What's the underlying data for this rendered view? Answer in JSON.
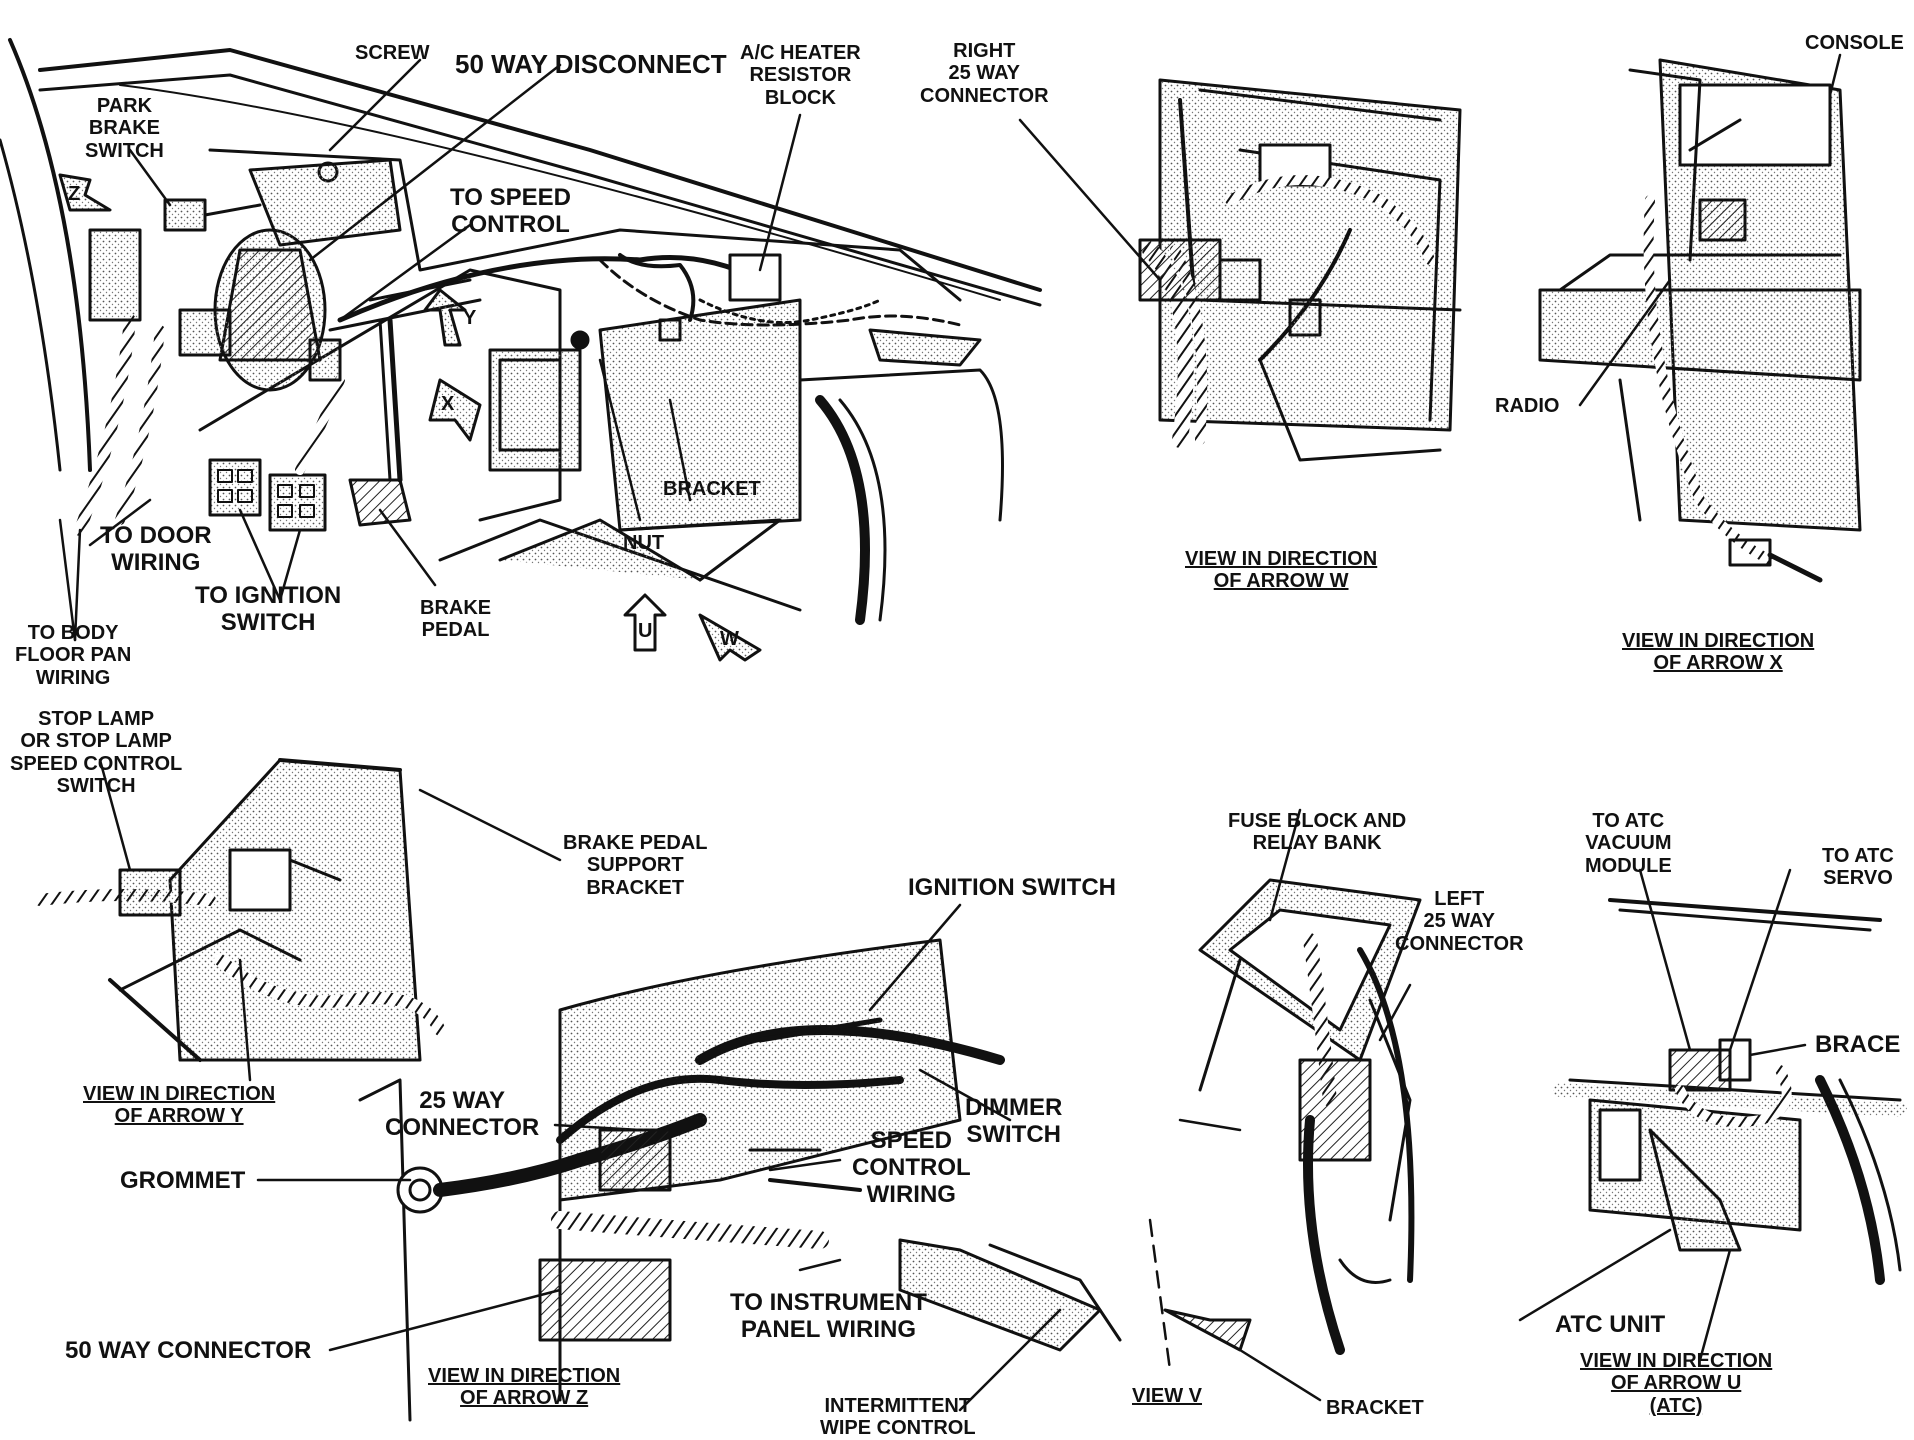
{
  "labels": {
    "screw": "SCREW",
    "disconnect_50": "50 WAY DISCONNECT",
    "ac_heater": "A/C HEATER\nRESISTOR\nBLOCK",
    "right_25": "RIGHT\n25 WAY\nCONNECTOR",
    "console": "CONSOLE",
    "park_brake": "PARK\nBRAKE\nSWITCH",
    "to_speed_control": "TO SPEED\nCONTROL",
    "radio": "RADIO",
    "bracket_top": "BRACKET",
    "nut": "NUT",
    "to_door": "TO DOOR\nWIRING",
    "to_ignition": "TO IGNITION\nSWITCH",
    "brake_pedal": "BRAKE\nPEDAL",
    "to_body": "TO BODY\nFLOOR PAN\nWIRING",
    "stop_lamp": "STOP LAMP\nOR STOP LAMP\nSPEED CONTROL\nSWITCH",
    "brake_pedal_support": "BRAKE PEDAL\nSUPPORT\nBRACKET",
    "fuse_block": "FUSE BLOCK AND\nRELAY BANK",
    "to_atc_vacuum": "TO ATC\nVACUUM\nMODULE",
    "to_atc_servo": "TO ATC\nSERVO",
    "ignition_switch": "IGNITION SWITCH",
    "left_25": "LEFT\n25 WAY\nCONNECTOR",
    "brace": "BRACE",
    "connector_25": "25 WAY\nCONNECTOR",
    "dimmer": "DIMMER\nSWITCH",
    "speed_control_wiring": "SPEED\nCONTROL\nWIRING",
    "grommet": "GROMMET",
    "to_instrument": "TO INSTRUMENT\nPANEL WIRING",
    "connector_50": "50 WAY CONNECTOR",
    "intermittent": "INTERMITTENT\nWIPE CONTROL",
    "bracket_bottom": "BRACKET",
    "atc_unit": "ATC UNIT"
  },
  "captions": {
    "arrow_w": "VIEW IN DIRECTION\nOF ARROW W",
    "arrow_x": "VIEW IN DIRECTION\nOF ARROW X",
    "arrow_y": "VIEW IN DIRECTION\nOF ARROW Y",
    "arrow_z": "VIEW IN DIRECTION\nOF ARROW Z",
    "view_v": "VIEW V",
    "arrow_u": "VIEW IN DIRECTION\nOF ARROW U\n(ATC)"
  },
  "arrow_letters": {
    "z": "Z",
    "y": "Y",
    "x": "X",
    "u": "U",
    "w": "W"
  }
}
